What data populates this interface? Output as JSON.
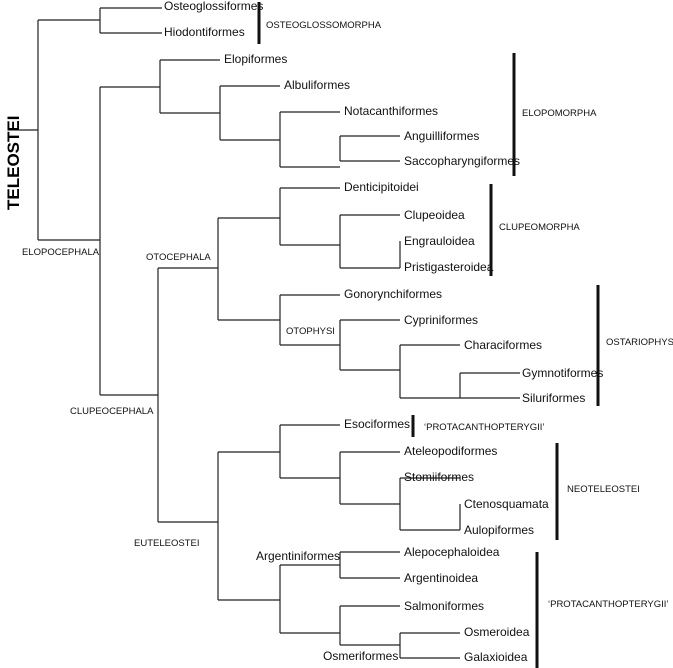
{
  "root": "TELEOSTEI",
  "taxa": {
    "osteoglossiformes": "Osteoglossiformes",
    "hiodontiformes": "Hiodontiformes",
    "elopiformes": "Elopiformes",
    "albuliformes": "Albuliformes",
    "notacanthiformes": "Notacanthiformes",
    "anguilliformes": "Anguilliformes",
    "saccopharyngiformes": "Saccopharyngiformes",
    "denticipitoidei": "Denticipitoidei",
    "clupeoidea": "Clupeoidea",
    "engrauloidea": "Engrauloidea",
    "pristigasteroidea": "Pristigasteroidea",
    "gonorynchiformes": "Gonorynchiformes",
    "cypriniformes": "Cypriniformes",
    "characiformes": "Characiformes",
    "gymnotiformes": "Gymnotiformes",
    "siluriformes": "Siluriformes",
    "esociformes": "Esociformes",
    "ateleopodiformes": "Ateleopodiformes",
    "stomiiformes": "Stomiiformes",
    "ctenosquamata": "Ctenosquamata",
    "aulopiformes": "Aulopiformes",
    "alepocephaloidea": "Alepocephaloidea",
    "argentinoidea": "Argentinoidea",
    "salmoniformes": "Salmoniformes",
    "osmeroidea": "Osmeroidea",
    "galaxioidea": "Galaxioidea"
  },
  "nodes": {
    "elopocephala": "ELOPOCEPHALA",
    "otocephala": "OTOCEPHALA",
    "otophysi": "OTOPHYSI",
    "clupeocephala": "CLUPEOCEPHALA",
    "euteleostei": "EUTELEOSTEI",
    "argentiniformes": "Argentiniformes",
    "osmeriformes": "Osmeriformes"
  },
  "groups": {
    "osteoglossomorpha": "OSTEOGLOSSOMORPHA",
    "elopomorpha": "ELOPOMORPHA",
    "clupeomorpha": "CLUPEOMORPHA",
    "ostariophysi": "OSTARIOPHYSI",
    "protacanthopterygii_1": "‘PROTACANTHOPTERYGII’",
    "neoteleostei": "NEOTELEOSTEI",
    "protacanthopterygii_2": "‘PROTACANTHOPTERYGII’"
  }
}
